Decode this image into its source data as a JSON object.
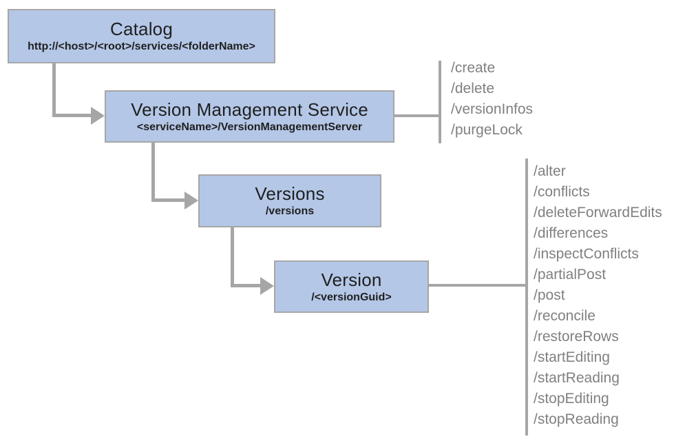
{
  "diagram_type": "service-endpoint-hierarchy",
  "colors": {
    "node_fill": "#b4c7e7",
    "node_border": "#a6a6a6",
    "connector": "#a6a6a6",
    "node_text": "#1f1f1f",
    "operation_text": "#808080",
    "background": "#ffffff"
  },
  "nodes": [
    {
      "id": "catalog",
      "title": "Catalog",
      "subtitle": "http://<host>/<root>/services/<folderName>"
    },
    {
      "id": "version-management-service",
      "title": "Version Management Service",
      "subtitle": "<serviceName>/VersionManagementServer"
    },
    {
      "id": "versions",
      "title": "Versions",
      "subtitle": "/versions"
    },
    {
      "id": "version",
      "title": "Version",
      "subtitle": "/<versionGuid>"
    }
  ],
  "edges": [
    {
      "from": "catalog",
      "to": "version-management-service",
      "style": "elbow-arrow"
    },
    {
      "from": "version-management-service",
      "to": "versions",
      "style": "elbow-arrow"
    },
    {
      "from": "versions",
      "to": "version",
      "style": "elbow-arrow"
    }
  ],
  "operation_groups": [
    {
      "attached_to": "version-management-service",
      "items": [
        "/create",
        "/delete",
        "/versionInfos",
        "/purgeLock"
      ]
    },
    {
      "attached_to": "version",
      "items": [
        "/alter",
        "/conflicts",
        "/deleteForwardEdits",
        "/differences",
        "/inspectConflicts",
        "/partialPost",
        "/post",
        "/reconcile",
        "/restoreRows",
        "/startEditing",
        "/startReading",
        "/stopEditing",
        "/stopReading"
      ]
    }
  ]
}
